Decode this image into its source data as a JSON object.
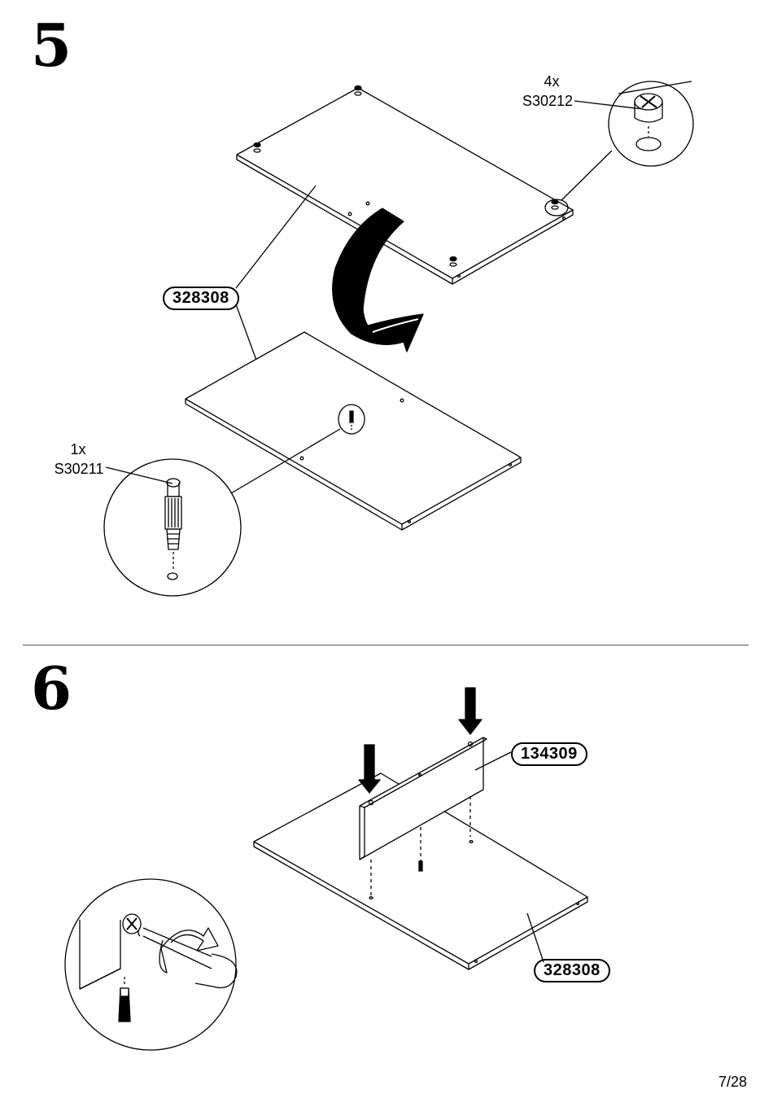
{
  "steps": [
    {
      "number": "5",
      "hardware": [
        {
          "qty": "4x",
          "code": "S30212",
          "icon": "cam-lock-fitting-icon"
        },
        {
          "qty": "1x",
          "code": "S30211",
          "icon": "connecting-bolt-icon"
        }
      ],
      "part_label": "328308"
    },
    {
      "number": "6",
      "part_labels": [
        "134309",
        "328308"
      ],
      "icon": "screwdriver-tighten-icon"
    }
  ],
  "page_number": "7/28"
}
